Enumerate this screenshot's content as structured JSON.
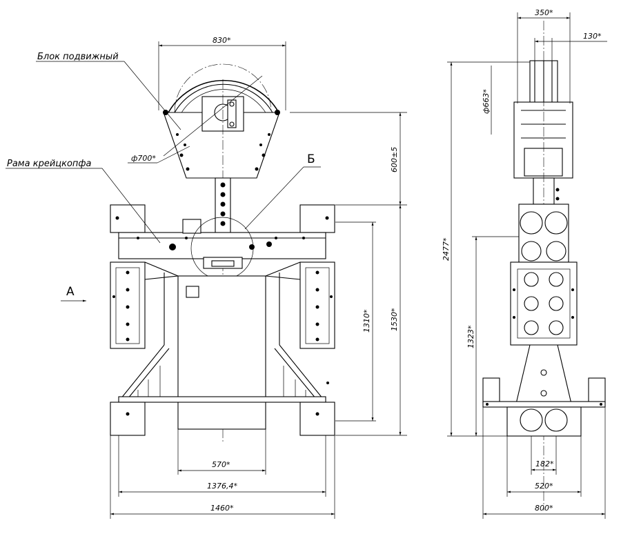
{
  "labels": {
    "block": "Блок подвижный",
    "frame": "Рама крейцкопфа",
    "view_a": "А",
    "view_b": "Б"
  },
  "dimensions": {
    "d830": "830*",
    "d700": "ф700*",
    "d600": "600±5",
    "d1310": "1310*",
    "d1530": "1530*",
    "d570": "570*",
    "d1376": "1376,4*",
    "d1460": "1460*",
    "d350": "350*",
    "d130": "130*",
    "d663": "ф663*",
    "d2477": "2477*",
    "d1323": "1323*",
    "d182": "182*",
    "d520": "520*",
    "d800": "800*"
  }
}
